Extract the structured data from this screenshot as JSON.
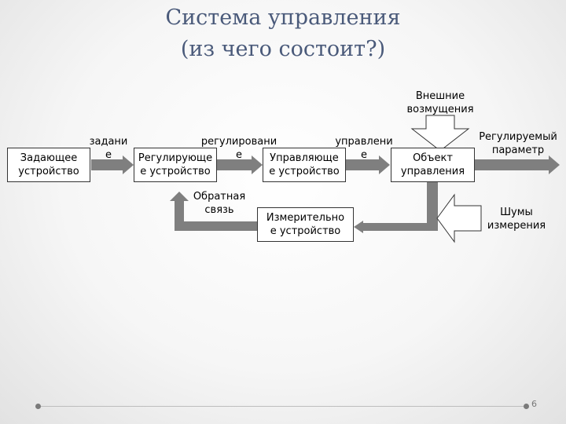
{
  "title": {
    "line1": "Система управления",
    "line2": "(из чего состоит?)"
  },
  "boxes": {
    "setter": "Задающее\nустройство",
    "regulator": "Регулирующе\nе устройство",
    "controller": "Управляюще\nе устройство",
    "plant": "Объект\nуправления",
    "meter": "Измерительно\nе устройство"
  },
  "labels": {
    "task": "задани\nе",
    "regulation": "регулировани\nе",
    "control": "управлени\nе",
    "disturbance": "Внешние\nвозмущения",
    "output": "Регулируемый\nпараметр",
    "noise": "Шумы\nизмерения",
    "feedback": "Обратная\nсвязь"
  },
  "page_number": "6",
  "colors": {
    "title": "#4a5a7a",
    "arrow": "#7f7f7f"
  }
}
